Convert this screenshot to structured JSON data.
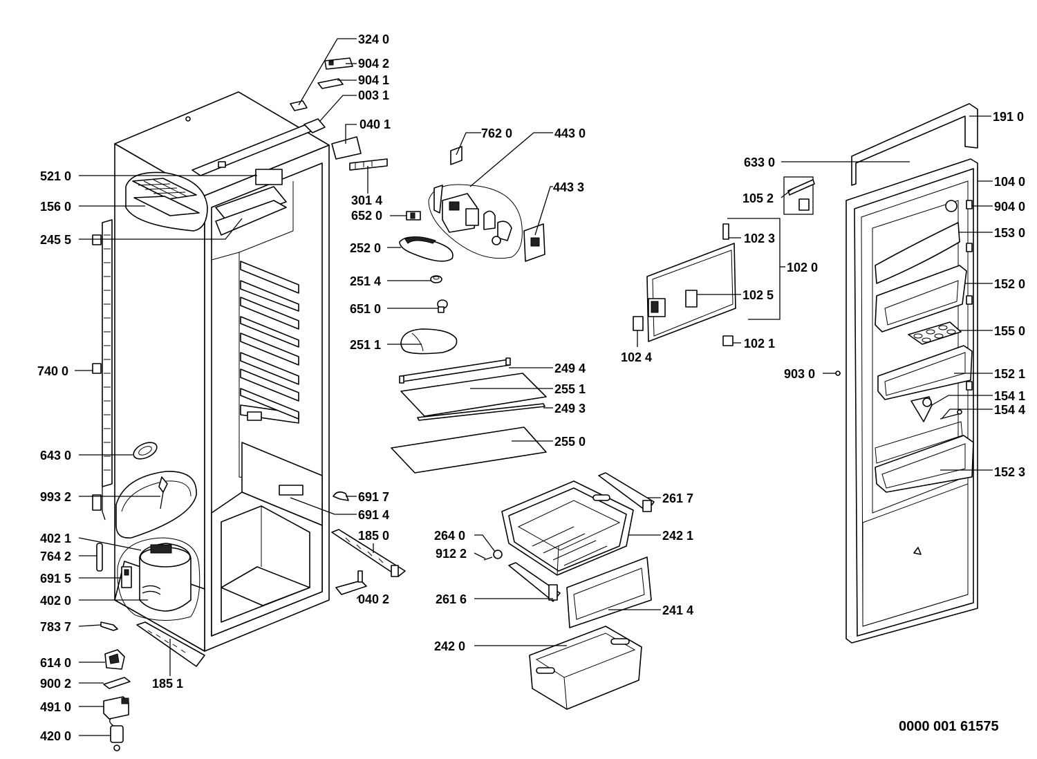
{
  "drawing_code": "0000 001 61575",
  "labels": {
    "p3240": "324 0",
    "p9042": "904 2",
    "p9041": "904 1",
    "p0031": "003 1",
    "p0401": "040 1",
    "p3014": "301 4",
    "p6520": "652 0",
    "p7620": "762 0",
    "p4430": "443 0",
    "p4433": "443 3",
    "p5210": "521 0",
    "p1560": "156 0",
    "p2455": "245 5",
    "p7400": "740 0",
    "p6430": "643 0",
    "p9932": "993 2",
    "p4021": "402 1",
    "p7642": "764 2",
    "p6915": "691 5",
    "p4020": "402 0",
    "p7837": "783 7",
    "p6140": "614 0",
    "p9002": "900 2",
    "p4910": "491 0",
    "p4200": "420 0",
    "p1851": "185 1",
    "p6917": "691 7",
    "p6914": "691 4",
    "p1850": "185 0",
    "p0402": "040 2",
    "p2520": "252 0",
    "p2514": "251 4",
    "p6510": "651 0",
    "p2511": "251 1",
    "p2494": "249 4",
    "p2551": "255 1",
    "p2493": "249 3",
    "p2550": "255 0",
    "p2617": "261 7",
    "p2640": "264 0",
    "p9122": "912 2",
    "p2421": "242 1",
    "p2616": "261 6",
    "p2414": "241 4",
    "p2420": "242 0",
    "p6330": "633 0",
    "p1052": "105 2",
    "p1023": "102 3",
    "p1020": "102 0",
    "p1025": "102 5",
    "p1024": "102 4",
    "p1021": "102 1",
    "p9030": "903 0",
    "p1910": "191 0",
    "p1040": "104 0",
    "p9040": "904 0",
    "p1530": "153 0",
    "p1520": "152 0",
    "p1550": "155 0",
    "p1521": "152 1",
    "p1541": "154 1",
    "p1544": "154 4",
    "p1523": "152 3"
  }
}
